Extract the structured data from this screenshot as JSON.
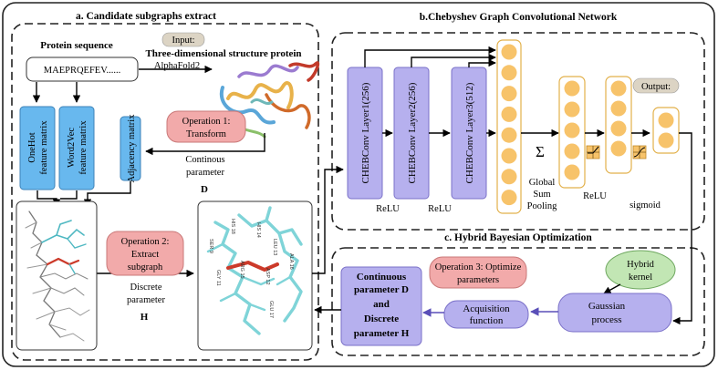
{
  "sections": {
    "a_title": "a. Candidate subgraphs extract",
    "b_title": "b.Chebyshev Graph Convolutional Network",
    "c_title": "c. Hybrid Bayesian Optimization"
  },
  "input": {
    "protein_sequence_label": "Protein sequence",
    "sequence_value": "MAEPRQEFEV......",
    "input_tag": "Input:",
    "structure_line1": "Three-dimensional structure protein",
    "structure_line2": "AlphaFold2"
  },
  "features": {
    "onehot_line1": "OneHot",
    "onehot_line2": "feature matrix",
    "word2vec_line1": "Word2Vec",
    "word2vec_line2": "feature matrix",
    "adjacency": "Adjacency matrix"
  },
  "operations": {
    "op1_line1": "Operation 1:",
    "op1_line2": "Transform",
    "op2_line1": "Operation 2:",
    "op2_line2": "Extract",
    "op2_line3": "subgraph",
    "op3_line1": "Operation 3: Optimize",
    "op3_line2": "parameters"
  },
  "params": {
    "continous_line1": "Continous",
    "continous_line2": "parameter",
    "continous_symbol": "D",
    "discrete_line1": "Discrete",
    "discrete_line2": "parameter",
    "discrete_symbol": "H"
  },
  "gcn": {
    "layer1": "CHEBConv Layer1(256)",
    "layer2": "CHEBConv Layer2(256)",
    "layer3": "CHEBConv Layer3(512)",
    "relu1": "ReLU",
    "relu2": "ReLU",
    "relu3": "ReLU",
    "sigma": "Σ",
    "pool_line1": "Global",
    "pool_line2": "Sum",
    "pool_line3": "Pooling",
    "sigmoid": "sigmoid",
    "output_tag": "Output:"
  },
  "bayes": {
    "hybrid_line1": "Hybrid",
    "hybrid_line2": "kernel",
    "gaussian_line1": "Gaussian",
    "gaussian_line2": "process",
    "acq_line1": "Acquisition",
    "acq_line2": "function",
    "result_line1": "Continuous",
    "result_line2": "parameter D",
    "result_line3": "and",
    "result_line4": "Discrete",
    "result_line5": "parameter H"
  },
  "subgraph_labels": {
    "l1": "HIS 18",
    "l2": "SER 9",
    "l3": "GLY 11",
    "l4": "ARG 15",
    "l5": "HIS 14",
    "l6": "LEU 13",
    "l7": "ASP 12",
    "l8": "ALA 16",
    "l9": "GLU 17"
  },
  "colors": {
    "pink": "#f2aaaa",
    "blue": "#68b8ee",
    "purple": "#b6b0ee",
    "green": "#c2e6b4",
    "gold": "#f7c36a",
    "tag": "#dcd4c4",
    "cyan": "#7fd4d8",
    "red": "#cc3a2a"
  }
}
